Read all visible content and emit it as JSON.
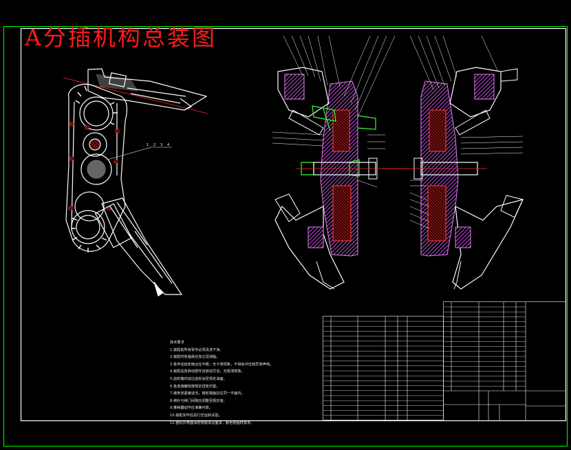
{
  "title": "A分插机构总装图",
  "notes": {
    "heading": "技术要求",
    "items": [
      "1.装配前所有零件必须清洗干净。",
      "2.装配时各轴承应加注润滑脂。",
      "3.各传动齿轮啮合应平稳，无卡滞现象，不得有冲击和异常声响。",
      "4.装配后各转动部件应转动灵活，无阻滞现象。",
      "5.齿轮箱内加注齿轮油至规定油面。",
      "6.各连接螺栓按规定扭矩拧紧。",
      "7.链条张紧度适当，链轮端面应在同一平面内。",
      "8.秧针与秧门间隙应调整至规定值。",
      "9.推秧器动作应准确可靠。",
      "10.装配完毕后进行空运转试验。",
      "11.整机外表面涂防锈底漆及面漆，颜色按图样要求。"
    ]
  },
  "colors": {
    "background": "#000000",
    "frame": "#00ff00",
    "linework": "#ffffff",
    "section_fill": "#d060e0",
    "highlight": "#33ff33",
    "title": "#ff1a1a",
    "center_line": "#ff2a2a",
    "table": "#ffffff"
  }
}
